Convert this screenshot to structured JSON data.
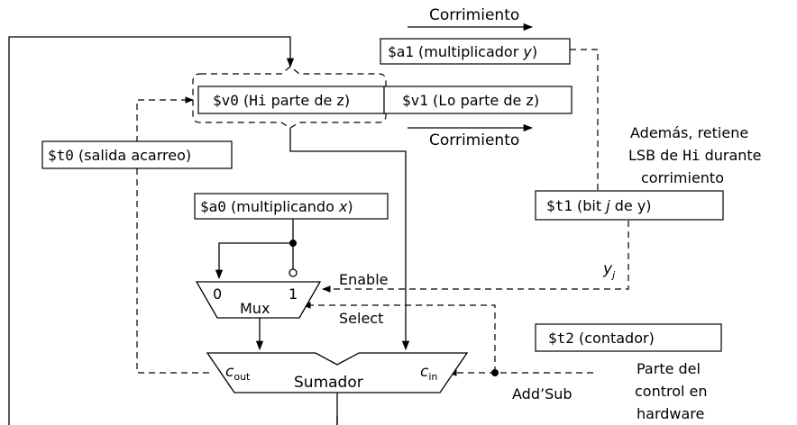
{
  "registers": {
    "a1": {
      "mono": "$a1",
      "text": " (multiplicador ",
      "var": "y",
      "close": ")"
    },
    "v0": {
      "mono_a": "$v0",
      "text_a": " (",
      "mono_b": "Hi",
      "text_b": " parte de z)"
    },
    "v1": {
      "mono_a": "$v1",
      "text_a": " (",
      "mono_b": "Lo",
      "text_b": " parte de z)"
    },
    "t0": {
      "mono": "$t0",
      "text": " (salida acarreo)"
    },
    "a0": {
      "mono": "$a0",
      "text": " (multiplicando ",
      "var": "x",
      "close": ")"
    },
    "t1": {
      "mono": "$t1",
      "text": " (bit ",
      "var": "j",
      "close": " de y)"
    },
    "t2": {
      "mono": "$t2",
      "text": " (contador)"
    }
  },
  "labels": {
    "shift_top": "Corrimiento",
    "shift_bottom": "Corrimiento",
    "note_line1": "Además, retiene",
    "note_line2_a": "LSB de ",
    "note_line2_mono": "Hi",
    "note_line2_b": " durante",
    "note_line3": "corrimiento",
    "enable": "Enable",
    "select": "Select",
    "yj_base": "y",
    "yj_sub": "j",
    "add_sub": "Add’Sub",
    "hw_line1": "Parte del",
    "hw_line2": "control en",
    "hw_line3": "hardware"
  },
  "mux": {
    "title": "Mux",
    "input0": "0",
    "input1": "1"
  },
  "adder": {
    "title": "Sumador",
    "cout_base": "c",
    "cout_sub": "out",
    "cin_base": "c",
    "cin_sub": "in"
  }
}
